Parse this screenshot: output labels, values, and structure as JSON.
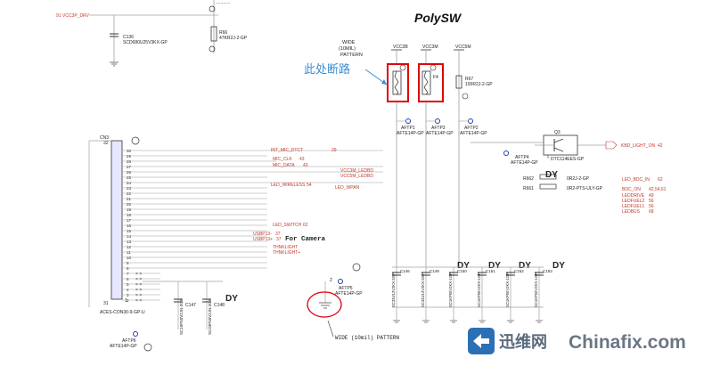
{
  "title": "PolySW",
  "annotation_cn": "此处断路",
  "dy_label": "DY",
  "for_camera": "For Camera",
  "wide_top": [
    "WIDE",
    "(10MIL)",
    "PATTERN"
  ],
  "wide_bottom": "WIDE (10mil) PATTERN",
  "top_net": "VCC3P_DRV",
  "top_net_num": "91",
  "cap_c136": [
    "C136",
    "SCD680U25V3KX-GP"
  ],
  "res_r66": [
    "R66",
    "47KR2J-2-GP"
  ],
  "rails": [
    "VCC3B",
    "VCC3M",
    "VCC5M"
  ],
  "r67": [
    "R67",
    "100R2J-2-GP"
  ],
  "f4": "F4",
  "test_points": [
    "AFTP1",
    "AFTE14P-GP",
    "AFTP3",
    "AFTE14P-GP",
    "AFTP2",
    "AFTE14P-GP",
    "AFTP4",
    "AFTE14P-GP"
  ],
  "q3": [
    "Q3",
    "DTC114EES-GP"
  ],
  "kbd_net": "KBD_LIGHT_ON",
  "kbd_num": "42",
  "connector": {
    "ref": "CN3",
    "part": "ACES-CON30-9-GP-U",
    "pin_top": "32",
    "pin_bottom": "31",
    "pin_1": "1"
  },
  "pins": [
    "30",
    "29",
    "28",
    "27",
    "26",
    "25",
    "24",
    "23",
    "22",
    "21",
    "20",
    "19",
    "18",
    "17",
    "16",
    "15",
    "14",
    "13",
    "12",
    "11",
    "10",
    "9",
    "8",
    "7",
    "6",
    "5",
    "4",
    "3",
    "2"
  ],
  "signals": [
    {
      "name": "INT_MIC_DTCT",
      "num": "29"
    },
    {
      "name": "MIC_CLK",
      "num": "43"
    },
    {
      "name": "MIC_DATA",
      "num": "43"
    },
    {
      "name": "VCC3M_LEDBD",
      "num": ""
    },
    {
      "name": "VCC5M_LEDBD",
      "num": ""
    },
    {
      "name": "LED_WIRELESS",
      "num": "54"
    },
    {
      "name": "LED_WPAN",
      "num": ""
    },
    {
      "name": "LED_SWITCH",
      "num": "62"
    },
    {
      "name": "USBP13-",
      "num": "37"
    },
    {
      "name": "USBP13+",
      "num": "37"
    },
    {
      "name": "THNKLIGHT",
      "num": ""
    },
    {
      "name": "THNKLIGHT+",
      "num": ""
    }
  ],
  "r662": [
    "R662",
    "0R2J-2-GP"
  ],
  "r661": [
    "R661",
    "0R2-PTS-ULY-GP"
  ],
  "right_nets": [
    {
      "name": "LED_BDC_IN",
      "num": "62"
    },
    {
      "name": "BDC_ON",
      "num": "42,54,61"
    },
    {
      "name": "LEDDRIVE",
      "num": "49"
    },
    {
      "name": "LEDFUEL2",
      "num": "56"
    },
    {
      "name": "LEDFUEL1",
      "num": "56"
    },
    {
      "name": "LEDBUS",
      "num": "68"
    }
  ],
  "caps_bottom": [
    "C146",
    "C149",
    "C150",
    "C151",
    "C152",
    "C153"
  ],
  "cap_parts_bottom": [
    "SC33U12V2KX-3GP",
    "SC33U12V2KX-3GP",
    "SC1KP50V2KX-1GP",
    "SC1KP50V2KX-1GP",
    "SC1KP50V2KX-1GP",
    "SC1KP50V2KX-1GP"
  ],
  "caps_left": [
    "C147",
    "C148"
  ],
  "cap_parts_left": [
    "SC10P50V2JN-3GP",
    "SC33P50V2JN-3GP"
  ],
  "tp5": [
    "AFTP5",
    "AFTE14P-GP"
  ],
  "tp6": [
    "AFTP6",
    "AFTE14P-GP"
  ],
  "watermark_cn": "迅维网",
  "watermark_en": "Chinafix.com",
  "colors": {
    "wire": "#a0a0a0",
    "net_red": "#c0392b",
    "highlight": "#e0000a",
    "annot_blue": "#3a8fd6",
    "watermark_bg": "#2b6fb4"
  }
}
